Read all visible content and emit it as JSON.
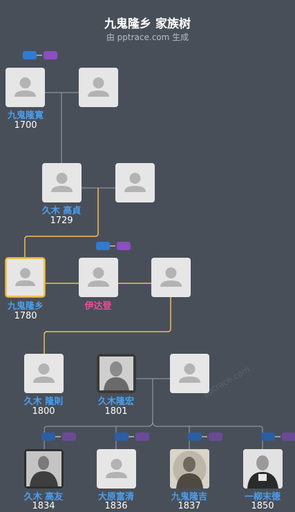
{
  "header": {
    "title": "九鬼隆乡 家族树",
    "subtitle": "由 pptrace.com 生成"
  },
  "watermark": "pptrace.com",
  "colors": {
    "background": "#494f59",
    "male_name": "#4a9ff0",
    "female_name": "#f04a9a",
    "highlight_line": "#f0c050",
    "normal_line": "#a0a4aa"
  },
  "people": [
    {
      "id": "p1",
      "name": "九鬼隆寛",
      "year": "1700",
      "icon": "person-silhouette-icon"
    },
    {
      "id": "p1s",
      "name": "",
      "year": "",
      "icon": "person-silhouette-icon"
    },
    {
      "id": "p2",
      "name": "久木 高貞",
      "year": "1729",
      "icon": "person-silhouette-icon"
    },
    {
      "id": "p2s",
      "name": "",
      "year": "",
      "icon": "person-silhouette-icon"
    },
    {
      "id": "p3",
      "name": "九鬼隆乡",
      "year": "1780",
      "icon": "person-silhouette-icon",
      "focus": true
    },
    {
      "id": "p3s",
      "name": "伊达登",
      "year": "",
      "icon": "person-silhouette-icon",
      "female": true
    },
    {
      "id": "p3s2",
      "name": "",
      "year": "",
      "icon": "person-silhouette-icon"
    },
    {
      "id": "c1",
      "name": "久木 隆則",
      "year": "1800",
      "icon": "person-silhouette-icon"
    },
    {
      "id": "c2",
      "name": "久木隆宏",
      "year": "1801",
      "icon": "portrait-photo-icon"
    },
    {
      "id": "c2s",
      "name": "",
      "year": "",
      "icon": "person-silhouette-icon"
    },
    {
      "id": "g1",
      "name": "久木 高友",
      "year": "1834",
      "icon": "portrait-photo-icon"
    },
    {
      "id": "g2",
      "name": "大原富清",
      "year": "1836",
      "icon": "person-silhouette-icon"
    },
    {
      "id": "g3",
      "name": "九鬼隆吉",
      "year": "1837",
      "icon": "portrait-photo-icon"
    },
    {
      "id": "g4",
      "name": "一柳末徳",
      "year": "1850",
      "icon": "portrait-photo-icon"
    }
  ]
}
